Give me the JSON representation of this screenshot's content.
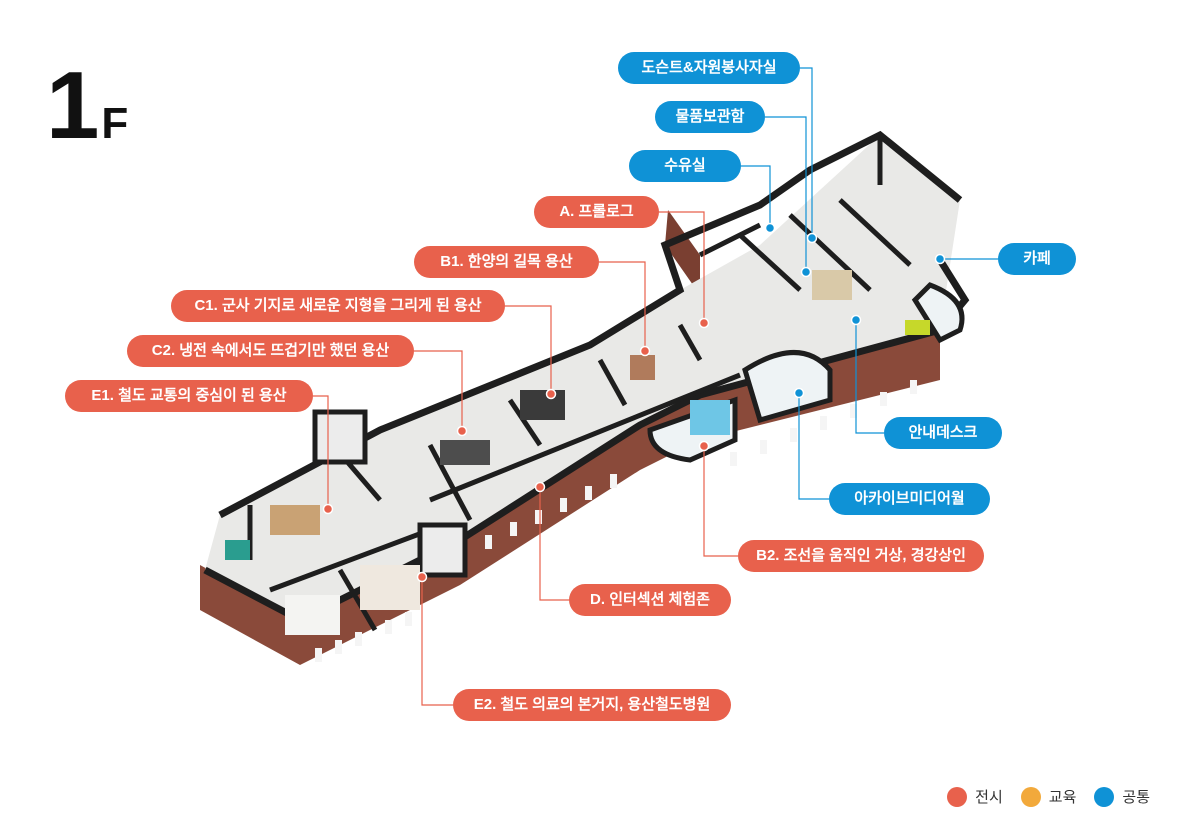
{
  "floor": {
    "number": "1",
    "letter": "F"
  },
  "colors": {
    "exhibit": "#e8614c",
    "education": "#f2a93b",
    "common": "#0f92d6",
    "brick": "#8a4a3a",
    "wall": "#1e1e1e",
    "floor": "#e9e9e7"
  },
  "labels": {
    "docent": "도슨트&자원봉사자실",
    "storage": "물품보관함",
    "nursing": "수유실",
    "prologue": "A. 프롤로그",
    "b1": "B1. 한양의 길목 용산",
    "c1": "C1. 군사 기지로 새로운 지형을 그리게 된 용산",
    "c2": "C2. 냉전 속에서도 뜨겁기만 했던 용산",
    "e1": "E1. 철도 교통의 중심이 된 용산",
    "cafe": "카페",
    "info": "안내데스크",
    "archive": "아카이브미디어월",
    "b2": "B2. 조선을 움직인 거상, 경강상인",
    "d": "D. 인터섹션 체험존",
    "e2": "E2. 철도 의료의 본거지, 용산철도병원"
  },
  "legend": [
    {
      "label": "전시",
      "color": "#e8614c"
    },
    {
      "label": "교육",
      "color": "#f2a93b"
    },
    {
      "label": "공통",
      "color": "#0f92d6"
    }
  ]
}
